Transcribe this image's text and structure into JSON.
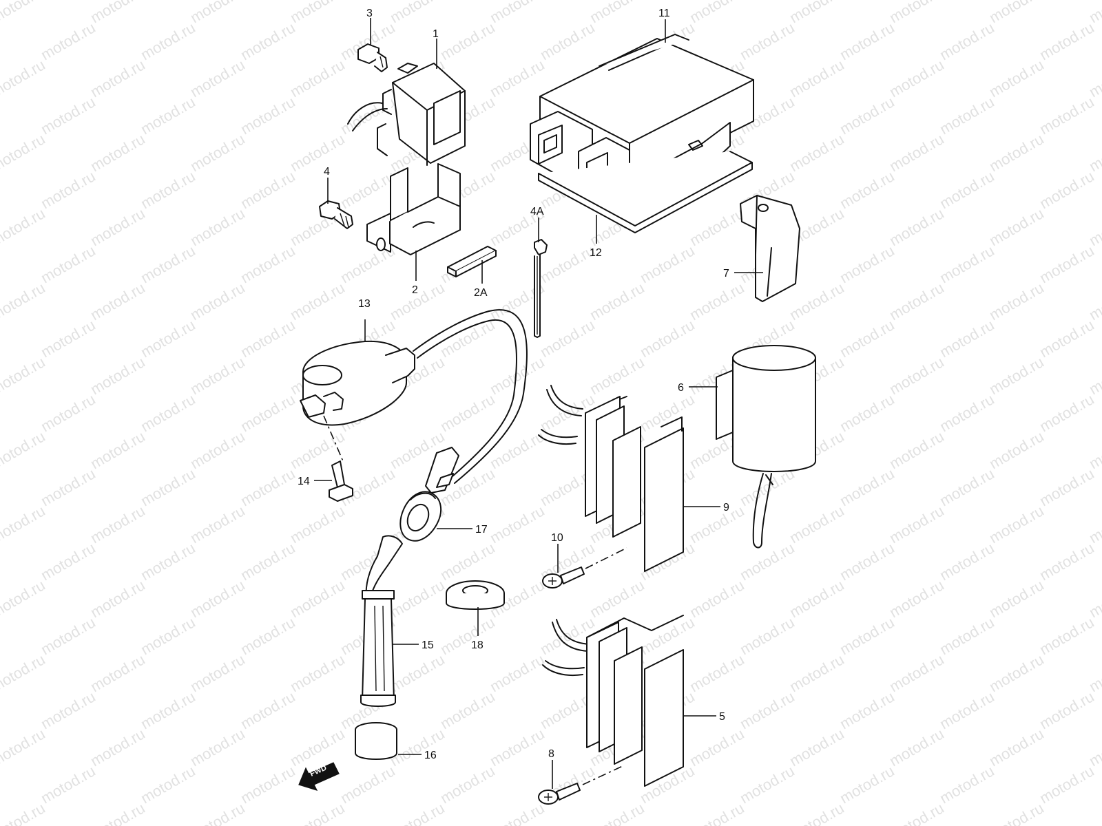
{
  "watermark": "motod.ru",
  "callouts": {
    "c1": "1",
    "c2": "2",
    "c2a": "2A",
    "c3": "3",
    "c4": "4",
    "c4a": "4A",
    "c5": "5",
    "c6": "6",
    "c7": "7",
    "c8": "8",
    "c9": "9",
    "c10": "10",
    "c11": "11",
    "c12": "12",
    "c13": "13",
    "c14": "14",
    "c15": "15",
    "c16": "16",
    "c17": "17",
    "c18": "18"
  },
  "fwd_label": "FWD",
  "colors": {
    "line": "#111111",
    "background": "#ffffff",
    "watermark": "#c9c9c9"
  }
}
